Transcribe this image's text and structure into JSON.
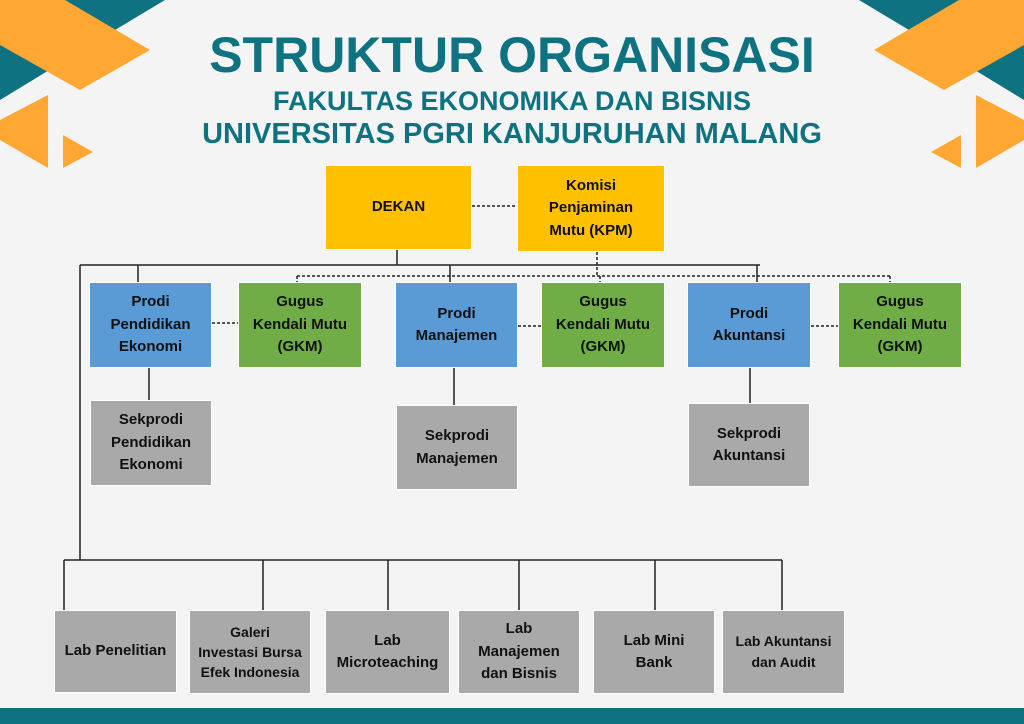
{
  "title": "STRUKTUR ORGANISASI",
  "subtitle1": "FAKULTAS EKONOMIKA DAN BISNIS",
  "subtitle2": "UNIVERSITAS PGRI KANJURUHAN MALANG",
  "colors": {
    "teal": "#0e7280",
    "orange": "#ffa733",
    "yellow": "#ffc000",
    "blue": "#5b9bd5",
    "green": "#70ad47",
    "gray": "#a9a9a9"
  },
  "nodes": {
    "dekan": "DEKAN",
    "kpm": "Komisi\nPenjaminan\nMutu (KPM)",
    "prodi_pe": "Prodi\nPendidikan\nEkonomi",
    "gkm1": "Gugus\nKendali Mutu\n(GKM)",
    "prodi_man": "Prodi\nManajemen",
    "gkm2": "Gugus\nKendali Mutu\n(GKM)",
    "prodi_ak": "Prodi\nAkuntansi",
    "gkm3": "Gugus\nKendali Mutu\n(GKM)",
    "sek_pe": "Sekprodi\nPendidikan\nEkonomi",
    "sek_man": "Sekprodi\nManajemen",
    "sek_ak": "Sekprodi\nAkuntansi",
    "lab1": "Lab Penelitian",
    "lab2": "Galeri\nInvestasi Bursa\nEfek Indonesia",
    "lab3": "Lab\nMicroteaching",
    "lab4": "Lab\nManajemen\ndan Bisnis",
    "lab5": "Lab Mini\nBank",
    "lab6": "Lab Akuntansi\ndan Audit"
  }
}
